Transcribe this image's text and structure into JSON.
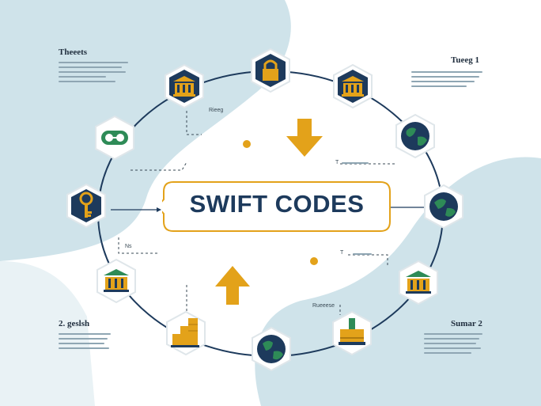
{
  "center": {
    "title": "SWIFT CODES"
  },
  "corners": {
    "top_left": "Theeets",
    "top_right": "Tueeg 1",
    "bottom_left": "2. geslsh",
    "bottom_right": "Sumar 2"
  },
  "labels": {
    "l1": "Rieeg",
    "l2": "T",
    "l3": "Ns",
    "l4": "T",
    "l5": "Rueeese"
  },
  "colors": {
    "navy": "#1d3a5c",
    "gold": "#e3a21a",
    "teal_bg": "#cfe3ea",
    "green": "#2e8b57"
  },
  "nodes": [
    {
      "id": "lock",
      "icon": "padlock-icon"
    },
    {
      "id": "bank-tr",
      "icon": "bank-icon"
    },
    {
      "id": "globe-r1",
      "icon": "globe-icon"
    },
    {
      "id": "globe-r2",
      "icon": "globe-icon"
    },
    {
      "id": "bank-r",
      "icon": "bank-icon"
    },
    {
      "id": "gold-br",
      "icon": "gold-stack-icon"
    },
    {
      "id": "globe-b",
      "icon": "globe-icon"
    },
    {
      "id": "coins-bl",
      "icon": "coins-icon"
    },
    {
      "id": "bank-l",
      "icon": "bank-icon"
    },
    {
      "id": "key-l",
      "icon": "key-icon"
    },
    {
      "id": "handshake",
      "icon": "handshake-icon"
    },
    {
      "id": "bank-tl",
      "icon": "bank-icon"
    }
  ]
}
